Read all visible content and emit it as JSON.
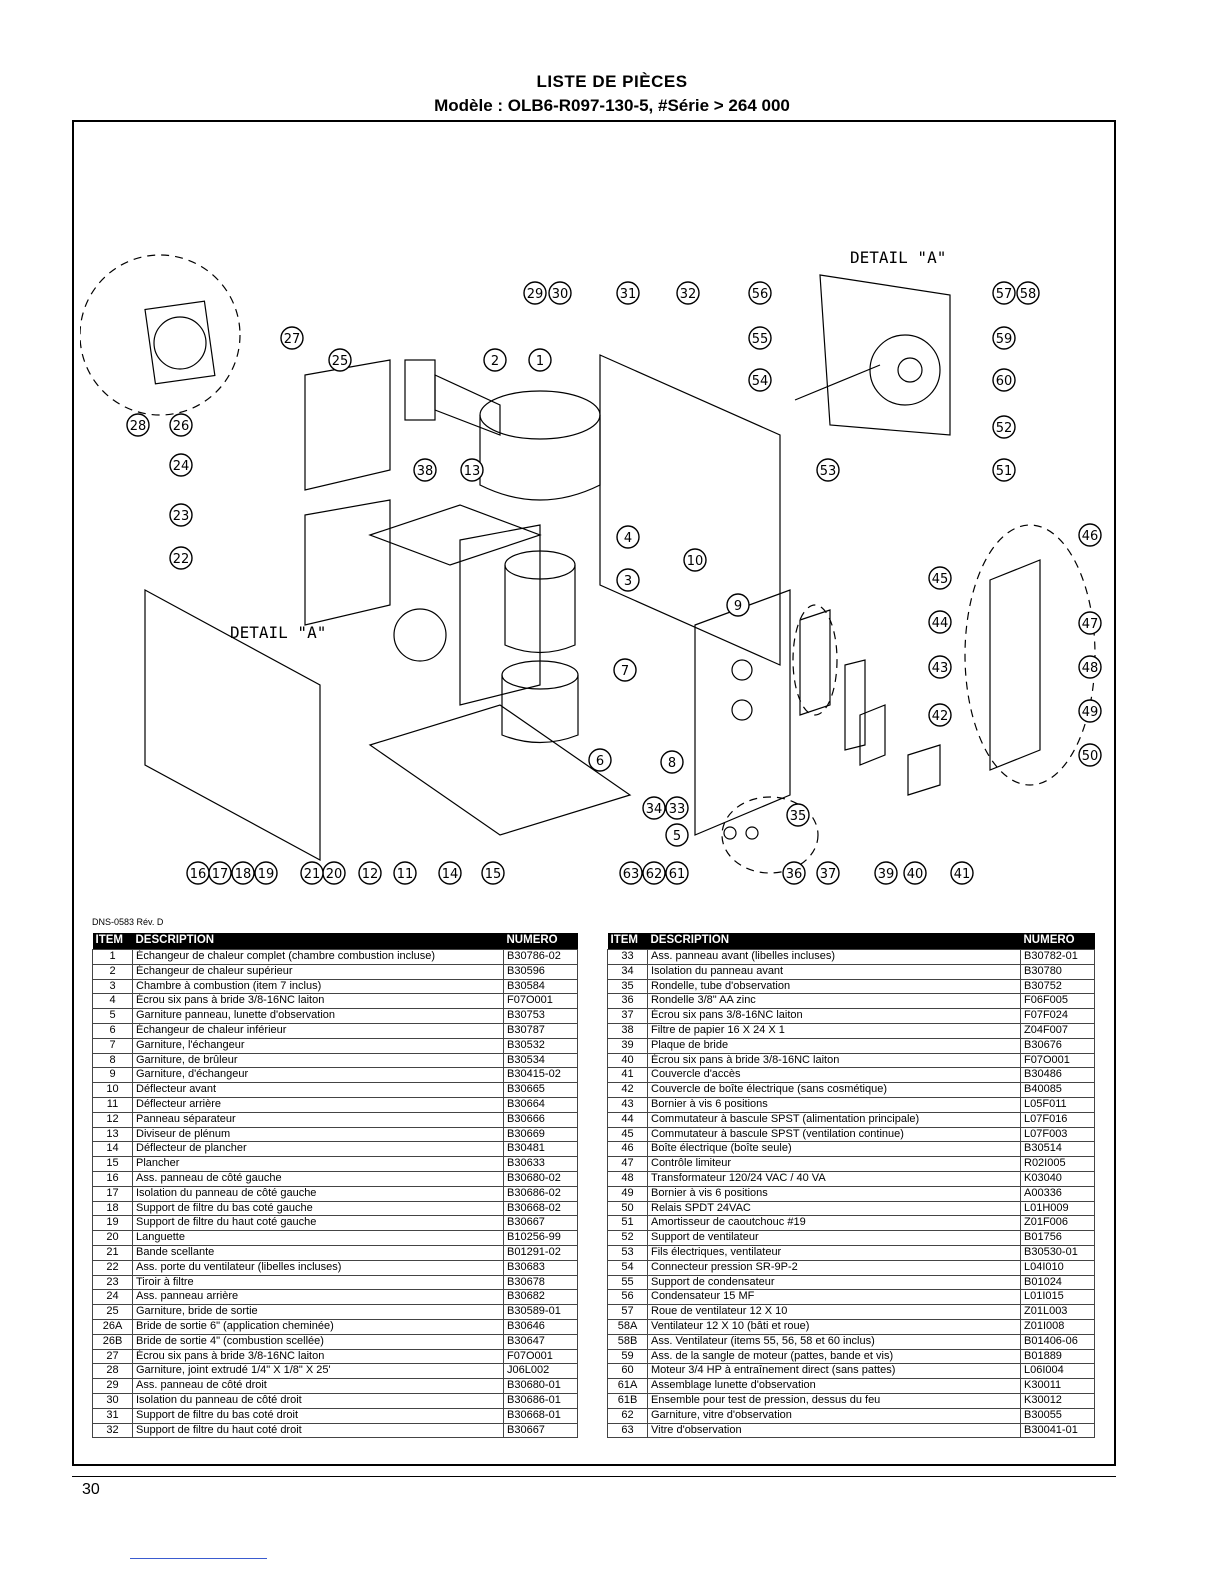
{
  "header": {
    "title": "LISTE DE PIÈCES",
    "subtitle": "Modèle : OLB6-R097-130-5, #Série > 264 000"
  },
  "diagram": {
    "detail_label_top": "DETAIL \"A\"",
    "detail_label_left": "DETAIL \"A\"",
    "callouts": [
      "1",
      "2",
      "3",
      "4",
      "5",
      "6",
      "7",
      "8",
      "9",
      "10",
      "11",
      "12",
      "13",
      "14",
      "15",
      "16",
      "17",
      "18",
      "19",
      "20",
      "21",
      "22",
      "23",
      "24",
      "25",
      "26",
      "27",
      "28",
      "29",
      "30",
      "31",
      "32",
      "33",
      "34",
      "35",
      "36",
      "37",
      "38",
      "39",
      "40",
      "41",
      "42",
      "43",
      "44",
      "45",
      "46",
      "47",
      "48",
      "49",
      "50",
      "51",
      "52",
      "53",
      "54",
      "55",
      "56",
      "57",
      "58",
      "59",
      "60",
      "61",
      "62",
      "63"
    ]
  },
  "doc_ref": "DNS-0583 Rév. D",
  "table_headers": {
    "item": "ITEM",
    "description": "DESCRIPTION",
    "numero": "NUMERO"
  },
  "parts_left": [
    {
      "item": "1",
      "desc": "Échangeur de chaleur complet (chambre combustion incluse)",
      "num": "B30786-02"
    },
    {
      "item": "2",
      "desc": "Échangeur de chaleur supérieur",
      "num": "B30596"
    },
    {
      "item": "3",
      "desc": "Chambre à combustion (item 7 inclus)",
      "num": "B30584"
    },
    {
      "item": "4",
      "desc": "Écrou six pans à bride 3/8-16NC laiton",
      "num": "F07O001"
    },
    {
      "item": "5",
      "desc": "Garniture panneau, lunette d'observation",
      "num": "B30753"
    },
    {
      "item": "6",
      "desc": "Échangeur de chaleur inférieur",
      "num": "B30787"
    },
    {
      "item": "7",
      "desc": "Garniture, l'échangeur",
      "num": "B30532"
    },
    {
      "item": "8",
      "desc": "Garniture, de brûleur",
      "num": "B30534"
    },
    {
      "item": "9",
      "desc": "Garniture, d'échangeur",
      "num": "B30415-02"
    },
    {
      "item": "10",
      "desc": "Déflecteur avant",
      "num": "B30665"
    },
    {
      "item": "11",
      "desc": "Déflecteur arrière",
      "num": "B30664"
    },
    {
      "item": "12",
      "desc": "Panneau séparateur",
      "num": "B30666"
    },
    {
      "item": "13",
      "desc": "Diviseur de plénum",
      "num": "B30669"
    },
    {
      "item": "14",
      "desc": "Déflecteur de plancher",
      "num": "B30481"
    },
    {
      "item": "15",
      "desc": "Plancher",
      "num": "B30633"
    },
    {
      "item": "16",
      "desc": "Ass. panneau de côté gauche",
      "num": "B30680-02"
    },
    {
      "item": "17",
      "desc": "Isolation du panneau de côté gauche",
      "num": "B30686-02"
    },
    {
      "item": "18",
      "desc": "Support de filtre du bas coté gauche",
      "num": "B30668-02"
    },
    {
      "item": "19",
      "desc": "Support de filtre du haut coté gauche",
      "num": "B30667"
    },
    {
      "item": "20",
      "desc": "Languette",
      "num": "B10256-99"
    },
    {
      "item": "21",
      "desc": "Bande scellante",
      "num": "B01291-02"
    },
    {
      "item": "22",
      "desc": "Ass. porte du ventilateur (libelles incluses)",
      "num": "B30683"
    },
    {
      "item": "23",
      "desc": "Tiroir à filtre",
      "num": "B30678"
    },
    {
      "item": "24",
      "desc": "Ass. panneau arrière",
      "num": "B30682"
    },
    {
      "item": "25",
      "desc": "Garniture, bride de sortie",
      "num": "B30589-01"
    },
    {
      "item": "26A",
      "desc": "Bride de sortie 6\" (application cheminée)",
      "num": "B30646"
    },
    {
      "item": "26B",
      "desc": "Bride de sortie 4\" (combustion scellée)",
      "num": "B30647"
    },
    {
      "item": "27",
      "desc": "Écrou six pans à bride 3/8-16NC laiton",
      "num": "F07O001"
    },
    {
      "item": "28",
      "desc": "Garniture, joint extrudé 1/4\" X 1/8\" X 25'",
      "num": "J06L002"
    },
    {
      "item": "29",
      "desc": "Ass. panneau de côté droit",
      "num": "B30680-01"
    },
    {
      "item": "30",
      "desc": "Isolation du panneau de côté droit",
      "num": "B30686-01"
    },
    {
      "item": "31",
      "desc": "Support de filtre du bas coté droit",
      "num": "B30668-01"
    },
    {
      "item": "32",
      "desc": "Support de filtre du haut coté droit",
      "num": "B30667"
    }
  ],
  "parts_right": [
    {
      "item": "33",
      "desc": "Ass. panneau avant (libelles incluses)",
      "num": "B30782-01"
    },
    {
      "item": "34",
      "desc": "Isolation du panneau avant",
      "num": "B30780"
    },
    {
      "item": "35",
      "desc": "Rondelle, tube d'observation",
      "num": "B30752"
    },
    {
      "item": "36",
      "desc": "Rondelle 3/8\" AA zinc",
      "num": "F06F005"
    },
    {
      "item": "37",
      "desc": "Écrou six pans 3/8-16NC laiton",
      "num": "F07F024"
    },
    {
      "item": "38",
      "desc": "Filtre de papier 16 X 24 X 1",
      "num": "Z04F007"
    },
    {
      "item": "39",
      "desc": "Plaque de bride",
      "num": "B30676"
    },
    {
      "item": "40",
      "desc": "Écrou six pans à bride 3/8-16NC laiton",
      "num": "F07O001"
    },
    {
      "item": "41",
      "desc": "Couvercle d'accès",
      "num": "B30486"
    },
    {
      "item": "42",
      "desc": "Couvercle de boîte électrique (sans cosmétique)",
      "num": "B40085"
    },
    {
      "item": "43",
      "desc": "Bornier à vis 6 positions",
      "num": "L05F011"
    },
    {
      "item": "44",
      "desc": "Commutateur à bascule SPST (alimentation principale)",
      "num": "L07F016"
    },
    {
      "item": "45",
      "desc": "Commutateur à bascule SPST (ventilation continue)",
      "num": "L07F003"
    },
    {
      "item": "46",
      "desc": "Boîte électrique (boîte seule)",
      "num": "B30514"
    },
    {
      "item": "47",
      "desc": "Contrôle limiteur",
      "num": "R02I005"
    },
    {
      "item": "48",
      "desc": "Transformateur 120/24 VAC / 40 VA",
      "num": "K03040"
    },
    {
      "item": "49",
      "desc": "Bornier à vis 6 positions",
      "num": "A00336"
    },
    {
      "item": "50",
      "desc": "Relais SPDT 24VAC",
      "num": "L01H009"
    },
    {
      "item": "51",
      "desc": "Amortisseur de caoutchouc #19",
      "num": "Z01F006"
    },
    {
      "item": "52",
      "desc": "Support de ventilateur",
      "num": "B01756"
    },
    {
      "item": "53",
      "desc": "Fils électriques, ventilateur",
      "num": "B30530-01"
    },
    {
      "item": "54",
      "desc": "Connecteur pression SR-9P-2",
      "num": "L04I010"
    },
    {
      "item": "55",
      "desc": "Support de condensateur",
      "num": "B01024"
    },
    {
      "item": "56",
      "desc": "Condensateur 15 MF",
      "num": "L01I015"
    },
    {
      "item": "57",
      "desc": "Roue de ventilateur 12 X 10",
      "num": "Z01L003"
    },
    {
      "item": "58A",
      "desc": "Ventilateur 12 X 10 (bâti et roue)",
      "num": "Z01I008"
    },
    {
      "item": "58B",
      "desc": "Ass. Ventilateur (items 55, 56, 58 et 60 inclus)",
      "num": "B01406-06"
    },
    {
      "item": "59",
      "desc": "Ass. de la sangle de moteur (pattes, bande et vis)",
      "num": "B01889"
    },
    {
      "item": "60",
      "desc": "Moteur 3/4 HP à entraînement direct (sans pattes)",
      "num": "L06I004"
    },
    {
      "item": "61A",
      "desc": "Assemblage lunette d'observation",
      "num": "K30011"
    },
    {
      "item": "61B",
      "desc": "Ensemble pour test de pression, dessus du feu",
      "num": "K30012"
    },
    {
      "item": "62",
      "desc": "Garniture, vitre d'observation",
      "num": "B30055"
    },
    {
      "item": "63",
      "desc": "Vitre d'observation",
      "num": "B30041-01"
    }
  ],
  "page_number": "30"
}
